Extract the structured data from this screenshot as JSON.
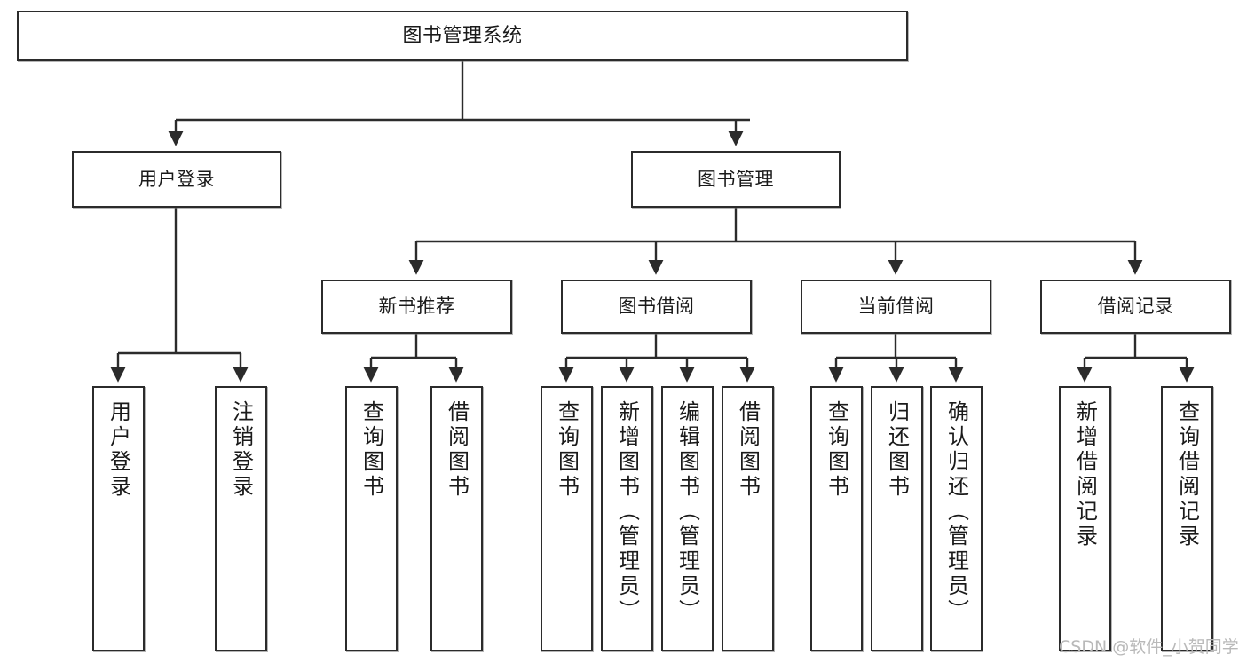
{
  "diagram": {
    "title": "图书管理系统",
    "type": "tree-hierarchy-chart",
    "root": {
      "id": "root",
      "label": "图书管理系统"
    },
    "level2": [
      {
        "id": "user-login",
        "label": "用户登录"
      },
      {
        "id": "book-manage",
        "label": "图书管理"
      }
    ],
    "level3": [
      {
        "id": "new-book-rec",
        "label": "新书推荐"
      },
      {
        "id": "book-borrow",
        "label": "图书借阅"
      },
      {
        "id": "current-borrow",
        "label": "当前借阅"
      },
      {
        "id": "borrow-record",
        "label": "借阅记录"
      }
    ],
    "leaves": {
      "user_login": [
        {
          "id": "leaf-user-login",
          "label": "用户登录"
        },
        {
          "id": "leaf-logout-login",
          "label": "注销登录"
        }
      ],
      "new_book_rec": [
        {
          "id": "leaf-query-book-1",
          "label": "查询图书"
        },
        {
          "id": "leaf-borrow-book-1",
          "label": "借阅图书"
        }
      ],
      "book_borrow": [
        {
          "id": "leaf-query-book-2",
          "label": "查询图书"
        },
        {
          "id": "leaf-add-book",
          "label": "新增图书（管理员）"
        },
        {
          "id": "leaf-edit-book",
          "label": "编辑图书（管理员）"
        },
        {
          "id": "leaf-borrow-book-2",
          "label": "借阅图书"
        }
      ],
      "current_borrow": [
        {
          "id": "leaf-query-book-3",
          "label": "查询图书"
        },
        {
          "id": "leaf-return-book",
          "label": "归还图书"
        },
        {
          "id": "leaf-confirm-return",
          "label": "确认归还（管理员）"
        }
      ],
      "borrow_record": [
        {
          "id": "leaf-add-record",
          "label": "新增借阅记录"
        },
        {
          "id": "leaf-query-record",
          "label": "查询借阅记录"
        }
      ]
    },
    "watermark": "CSDN @软件_小贺同学",
    "colors": {
      "box_border": "#2b2b2b",
      "box_fill": "#ffffff",
      "connector": "#2b2b2b",
      "text": "#1a1a1a",
      "watermark": "#b9b9b9",
      "background": "#ffffff"
    }
  }
}
